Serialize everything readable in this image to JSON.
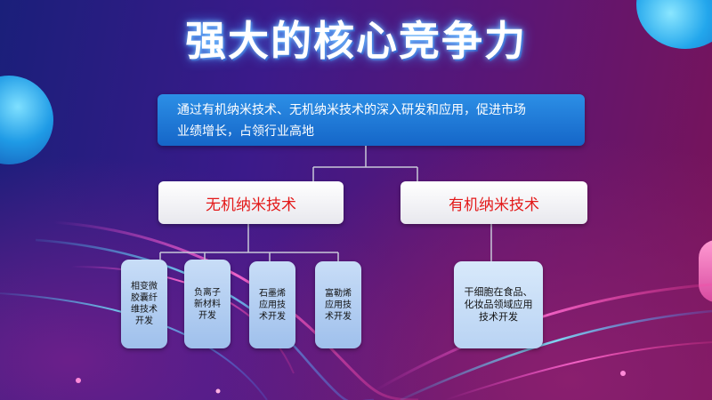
{
  "title": "强大的核心竞争力",
  "top_box": {
    "line1": "通过有机纳米技术、无机纳米技术的深入研发和应用，促进市场",
    "line2": "业绩增长，占领行业高地"
  },
  "branches": [
    {
      "label": "无机纳米技术",
      "children": [
        {
          "lines": [
            "相变微",
            "胶囊纤",
            "维技术",
            "开发"
          ]
        },
        {
          "lines": [
            "负离子",
            "新材料",
            "开发"
          ]
        },
        {
          "lines": [
            "石墨烯",
            "应用技",
            "术开发"
          ]
        },
        {
          "lines": [
            "富勒烯",
            "应用技",
            "术开发"
          ]
        }
      ]
    },
    {
      "label": "有机纳米技术",
      "children": [
        {
          "lines": [
            "干细胞在食品、",
            "化妆品领域应用",
            "技术开发"
          ]
        }
      ]
    }
  ],
  "colors": {
    "background_start": "#1a1f7a",
    "background_end": "#7a1458",
    "top_box": "#1f7ad6",
    "branch_text": "#e31a1a",
    "leaf_box": "#b4cff1",
    "connector": "#c8c8d8"
  }
}
